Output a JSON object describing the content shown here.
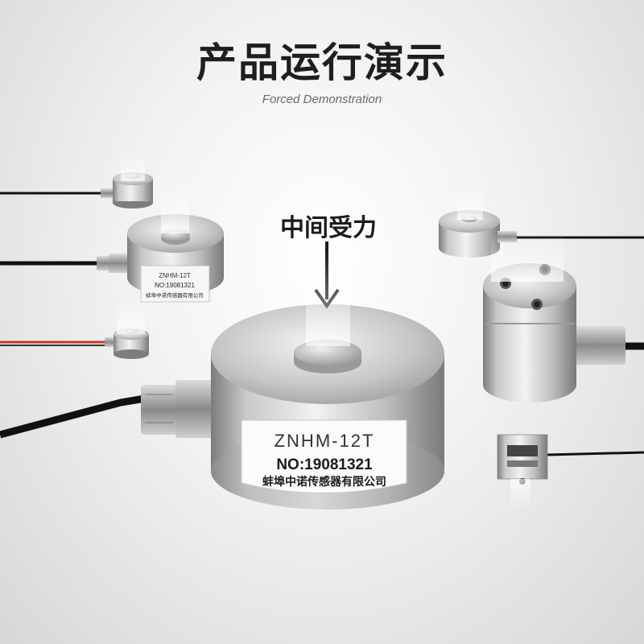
{
  "header": {
    "title": "产品运行演示",
    "subtitle": "Forced Demonstration"
  },
  "annotation": {
    "force_label": "中间受力",
    "arrow_icon": "down-arrow-icon"
  },
  "main_sensor": {
    "model": "ZNHM-12T",
    "serial": "NO:19081321",
    "company": "蚌埠中诺传感器有限公司"
  },
  "left_mid_sensor": {
    "model": "ZNHM-12T",
    "serial": "NO:19081321",
    "company": "蚌埠中诺传感器有限公司"
  },
  "colors": {
    "metal_light": "#e9e9e9",
    "metal_dark": "#8d8d8d",
    "cable": "#111111",
    "cable_red": "#c0392b"
  }
}
